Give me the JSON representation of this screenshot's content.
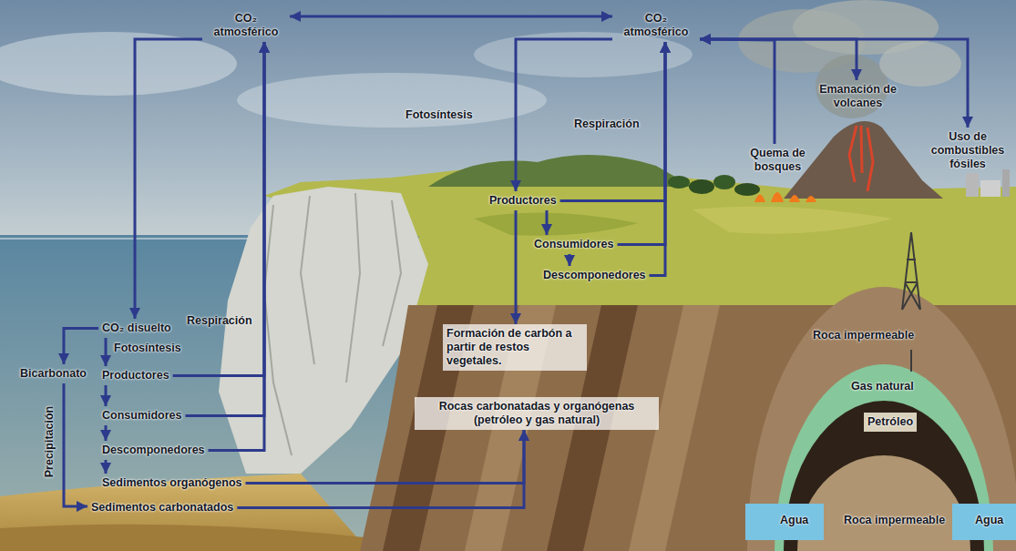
{
  "diagram": {
    "nodes": [
      {
        "text": [
          "CO₂ atmosférico"
        ]
      },
      {
        "text": [
          "CO₂ atmosférico"
        ]
      },
      {
        "text": [
          "Emanación de volcanes"
        ]
      },
      {
        "text": [
          "Quema de bosques"
        ]
      },
      {
        "text": [
          "Uso de combustibles fósiles"
        ]
      },
      {
        "text": [
          "Productores"
        ]
      },
      {
        "text": [
          "Consumidores"
        ]
      },
      {
        "text": [
          "Descomponedores"
        ]
      },
      {
        "text": [
          "CO₂ disuelto"
        ]
      },
      {
        "text": [
          "Productores"
        ]
      },
      {
        "text": [
          "Consumidores"
        ]
      },
      {
        "text": [
          "Descomponedores"
        ]
      },
      {
        "text": [
          "Sedimentos organógenos"
        ]
      },
      {
        "text": [
          "Bicarbonato"
        ]
      },
      {
        "text": [
          "Sedimentos carbonatados"
        ]
      },
      {
        "text": [
          "Formación de carbón a partir de restos vegetales."
        ]
      },
      {
        "text": [
          "Rocas carbonatadas y organógenas (petróleo y gas natural)"
        ]
      }
    ],
    "edges": [
      {
        "from": 0,
        "to": 1,
        "arrow": "both"
      },
      {
        "from": 1,
        "to": 5,
        "arrow": "to",
        "label": "Fotosíntesis"
      },
      {
        "from": 5,
        "to": 1,
        "arrow": "to"
      },
      {
        "from": 6,
        "to": 1,
        "arrow": "to",
        "label": "Respiración"
      },
      {
        "from": 7,
        "to": 1,
        "arrow": "to"
      },
      {
        "from": 3,
        "to": 1,
        "arrow": "to"
      },
      {
        "from": 1,
        "to": 2,
        "arrow": "both"
      },
      {
        "from": 1,
        "to": 4,
        "arrow": "both"
      },
      {
        "from": 5,
        "to": 6,
        "arrow": "to"
      },
      {
        "from": 6,
        "to": 7,
        "arrow": "to"
      },
      {
        "from": 5,
        "to": 15,
        "arrow": "to"
      },
      {
        "from": 0,
        "to": 8,
        "arrow": "to"
      },
      {
        "from": 8,
        "to": 9,
        "arrow": "to",
        "label": "Fotosíntesis"
      },
      {
        "from": 9,
        "to": 0,
        "arrow": "to"
      },
      {
        "from": 10,
        "to": 0,
        "arrow": "to",
        "label": "Respiración"
      },
      {
        "from": 11,
        "to": 0,
        "arrow": "to"
      },
      {
        "from": 9,
        "to": 10,
        "arrow": "to"
      },
      {
        "from": 10,
        "to": 11,
        "arrow": "to"
      },
      {
        "from": 11,
        "to": 12,
        "arrow": "to"
      },
      {
        "from": 8,
        "to": 13,
        "arrow": "to"
      },
      {
        "from": 13,
        "to": 14,
        "arrow": "to",
        "label": "Precipitación"
      },
      {
        "from": 12,
        "to": 16,
        "arrow": "to"
      },
      {
        "from": 14,
        "to": 16,
        "arrow": "to"
      }
    ],
    "labels": [
      "Roca impermeable",
      "Gas natural",
      "Petróleo",
      "Roca impermeable",
      "Agua",
      "Agua"
    ]
  }
}
